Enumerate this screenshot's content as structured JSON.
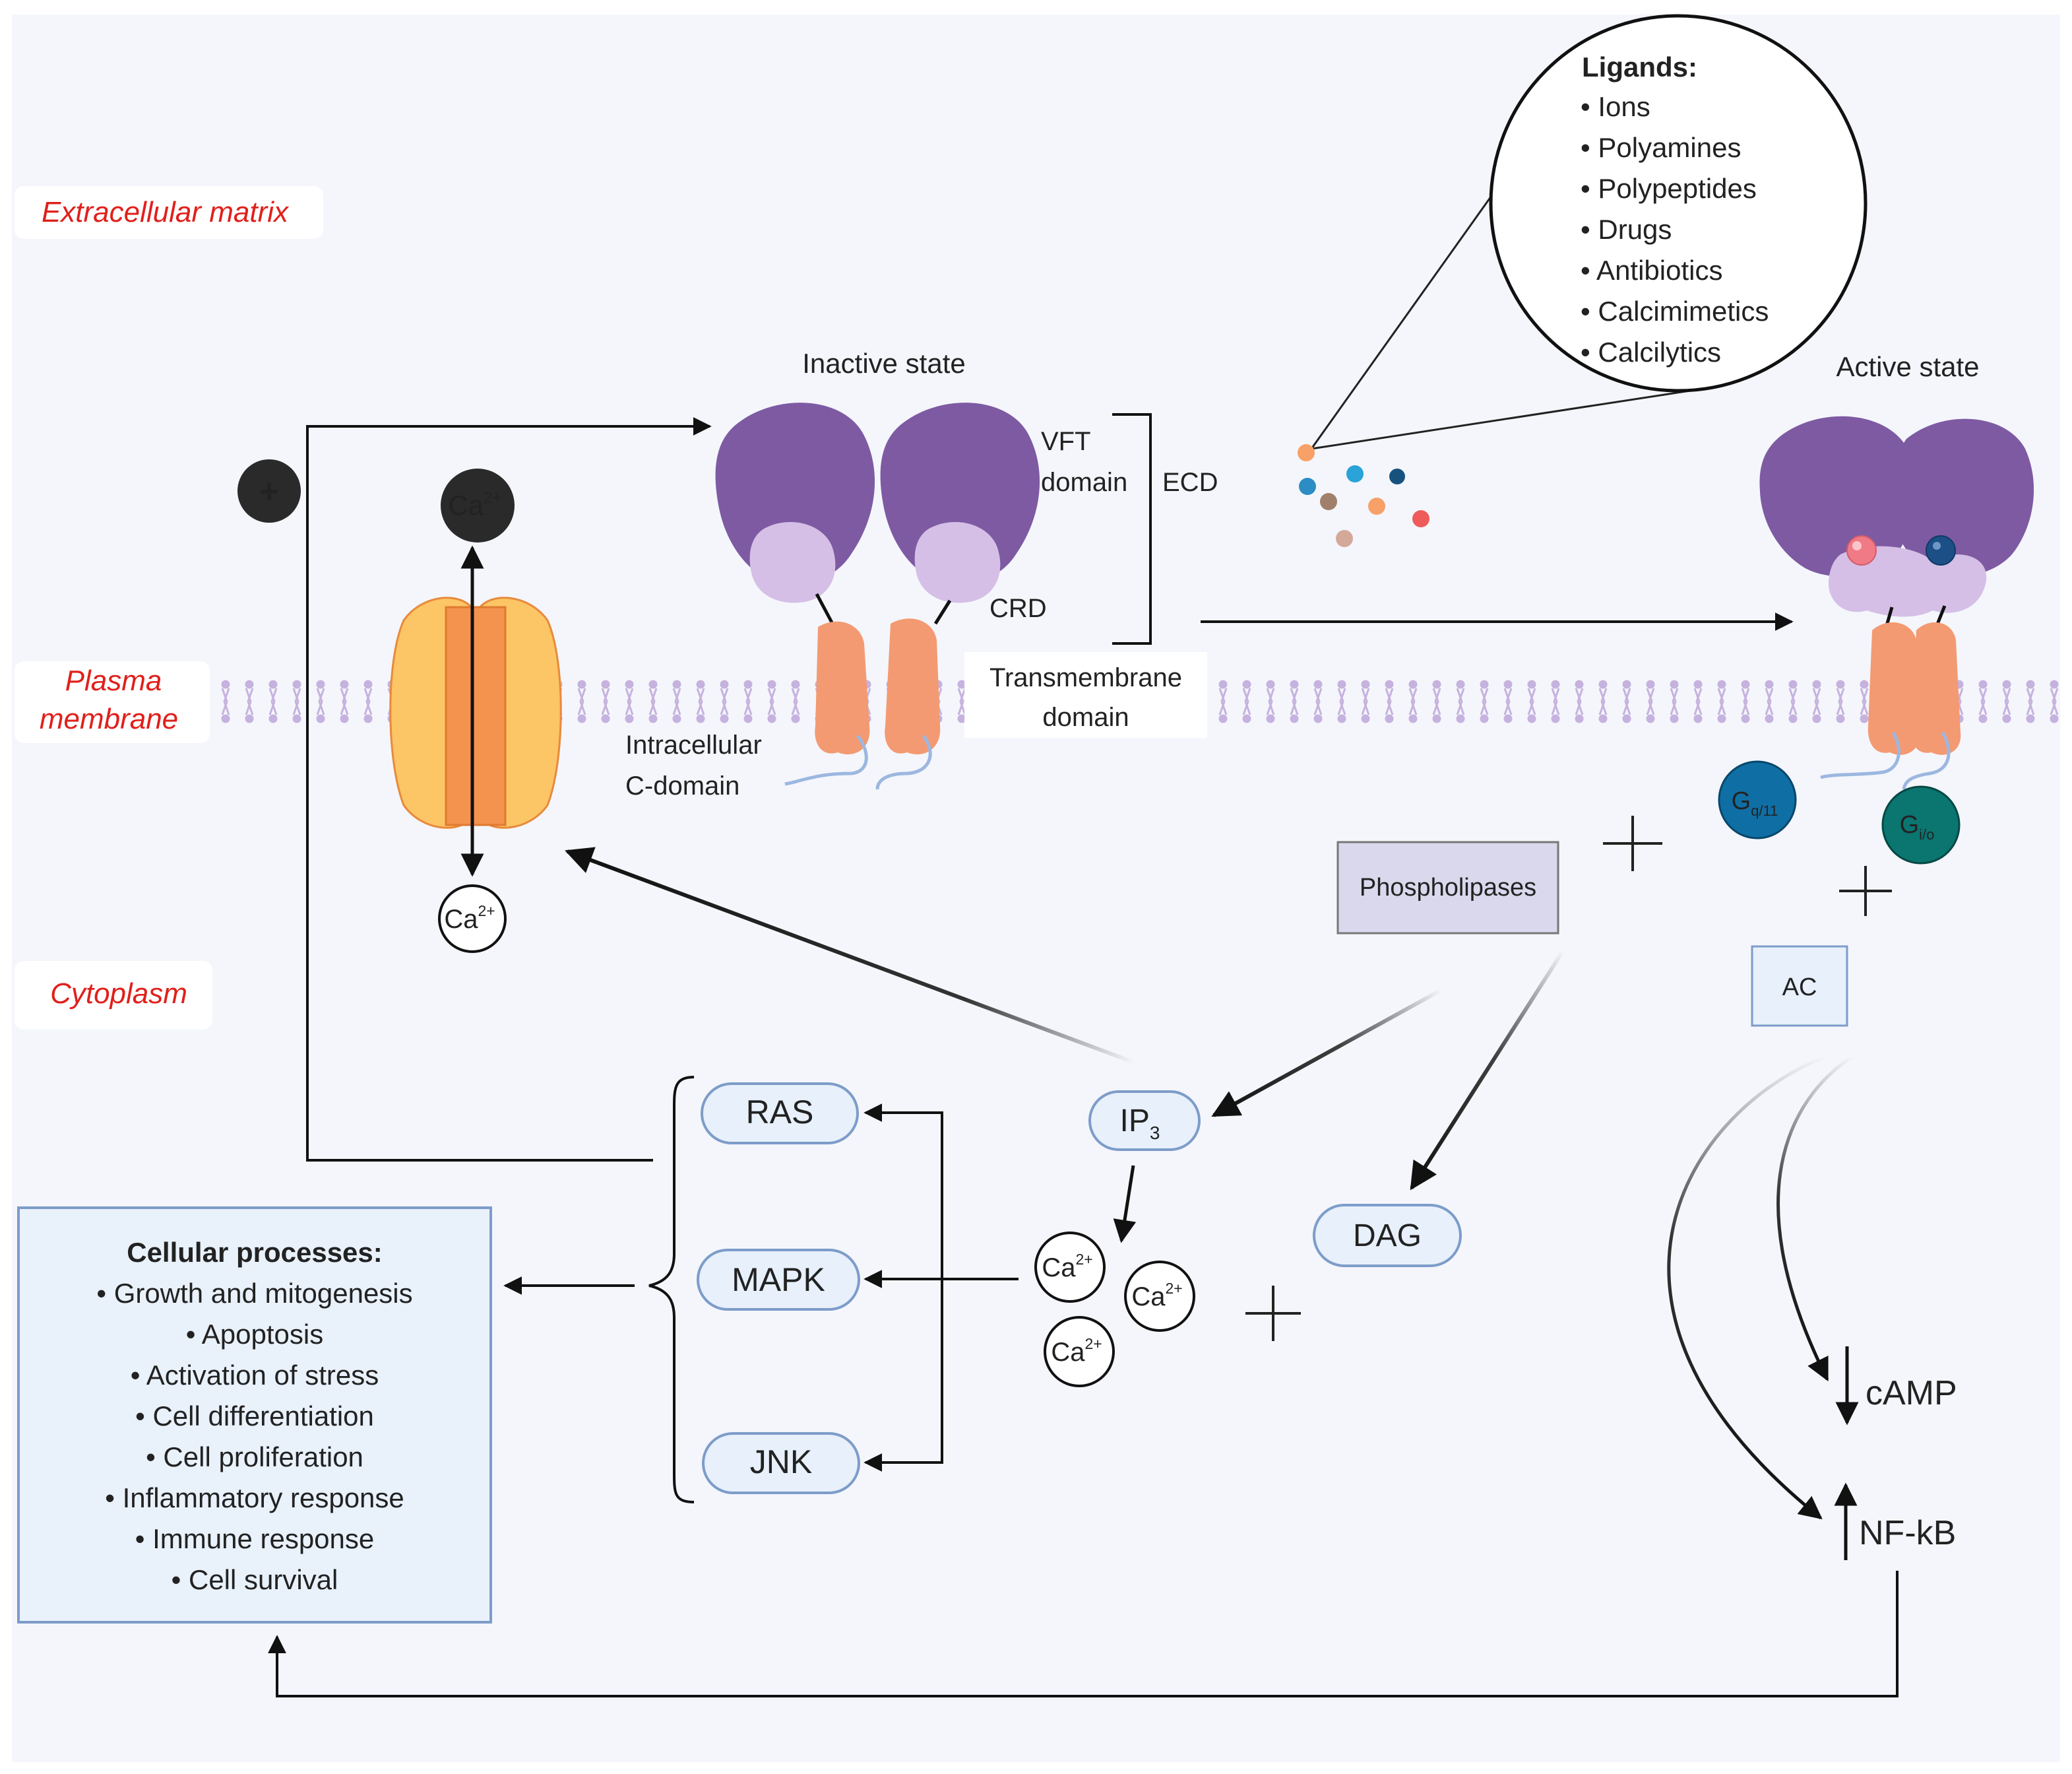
{
  "regions": {
    "extracellular": "Extracellular matrix",
    "plasma_line1": "Plasma",
    "plasma_line2": "membrane",
    "cytoplasm": "Cytoplasm"
  },
  "plus_symbol": "+",
  "calcium": {
    "label": "Ca",
    "superscript": "2+"
  },
  "receptor_inactive": {
    "title": "Inactive state",
    "vft_line1": "VFT",
    "vft_line2": "domain",
    "ecd": "ECD",
    "crd": "CRD",
    "transmembrane_line1": "Transmembrane",
    "transmembrane_line2": "domain",
    "intracellular_line1": "Intracellular",
    "intracellular_line2": "C-domain"
  },
  "receptor_active": {
    "title": "Active state"
  },
  "ligands": {
    "heading": "Ligands:",
    "items": [
      "Ions",
      "Polyamines",
      "Polypeptides",
      "Drugs",
      "Antibiotics",
      "Calcimimetics",
      "Calcilytics"
    ]
  },
  "g_proteins": {
    "gq_base": "G",
    "gq_sub": "q/11",
    "gi_base": "G",
    "gi_sub": "i/o"
  },
  "enzymes": {
    "phospholipases": "Phospholipases",
    "ac": "AC"
  },
  "messengers": {
    "ip3_base": "IP",
    "ip3_sub": "3",
    "dag": "DAG",
    "camp": "cAMP",
    "nfkb": "NF-kB"
  },
  "kinases": [
    "RAS",
    "MAPK",
    "JNK"
  ],
  "cellular_processes": {
    "heading": "Cellular processes:",
    "items": [
      "Growth and mitogenesis",
      "Apoptosis",
      "Activation of stress",
      "Cell differentiation",
      "Cell proliferation",
      "Inflammatory response",
      "Immune response",
      "Cell survival"
    ]
  },
  "colors": {
    "region_text": "#e0201b",
    "vft_purple": "#7e5aa3",
    "crd_lilac": "#d5bfe6",
    "tm_orange": "#f39a72",
    "channel_yellow": "#fcc565",
    "channel_orange": "#f3934e",
    "membrane_lilac": "#c6b2de",
    "pill_fill": "#e7f0fb",
    "pill_border": "#7d9cc9",
    "gq_blue": "#0f6fa5",
    "gi_teal": "#0b7570",
    "phospholipase_fill": "#d9d8ec",
    "process_box_fill": "#e9f1fb"
  }
}
